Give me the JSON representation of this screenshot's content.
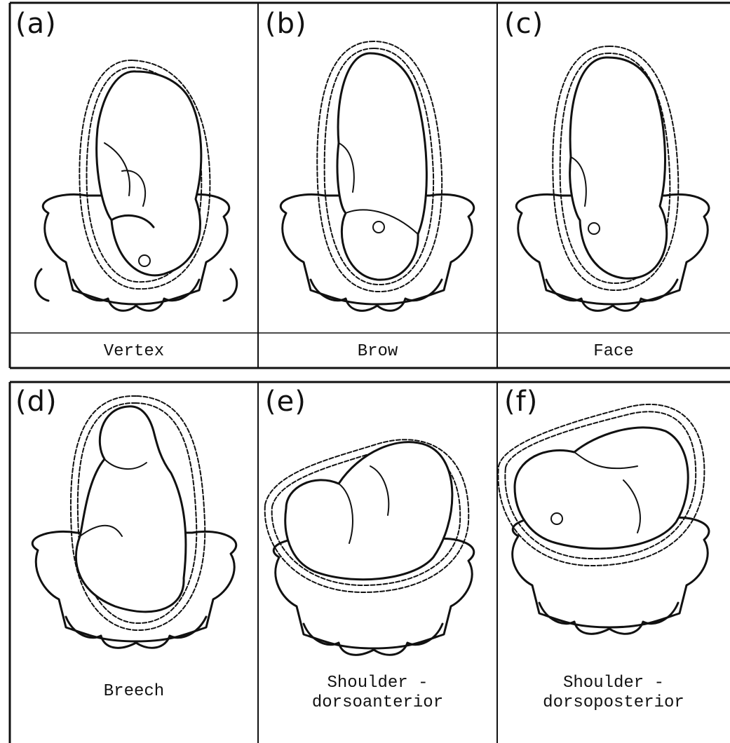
{
  "panels": [
    {
      "letter": "(a)",
      "caption": "Vertex"
    },
    {
      "letter": "(b)",
      "caption": "Brow"
    },
    {
      "letter": "(c)",
      "caption": "Face"
    },
    {
      "letter": "(d)",
      "caption": "Breech"
    },
    {
      "letter": "(e)",
      "caption": "Shoulder -\ndorsoanterior"
    },
    {
      "letter": "(f)",
      "caption": "Shoulder -\ndorsoposterior"
    }
  ]
}
